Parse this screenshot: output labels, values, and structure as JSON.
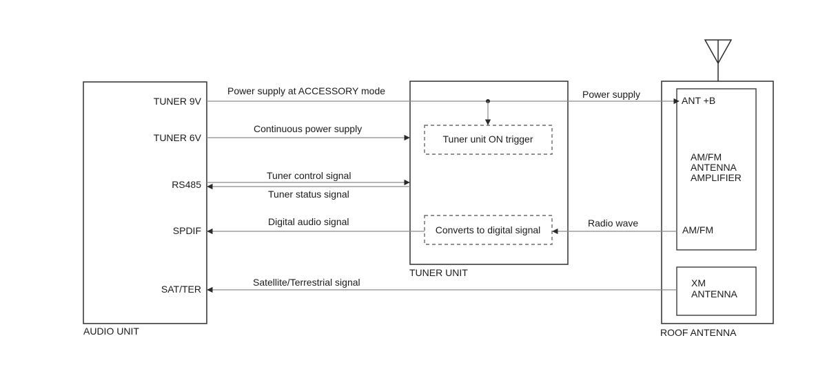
{
  "blocks": {
    "audio_unit": "AUDIO UNIT",
    "tuner_unit": "TUNER UNIT",
    "roof_antenna": "ROOF ANTENNA",
    "tuner_on_trigger": "Tuner unit ON trigger",
    "converts_digital": "Converts to digital signal",
    "amp_line1": "AM/FM",
    "amp_line2": "ANTENNA",
    "amp_line3": "AMPLIFIER",
    "xm_line1": "XM",
    "xm_line2": "ANTENNA"
  },
  "ports": {
    "tuner9v": "TUNER 9V",
    "tuner6v": "TUNER 6V",
    "rs485": "RS485",
    "spdif": "SPDIF",
    "satter": "SAT/TER",
    "ant_b": "ANT +B",
    "amfm": "AM/FM"
  },
  "signals": {
    "power_accessory": "Power supply at ACCESSORY mode",
    "power_supply": "Power supply",
    "continuous_power": "Continuous power supply",
    "tuner_control": "Tuner control signal",
    "tuner_status": "Tuner status signal",
    "digital_audio": "Digital audio signal",
    "radio_wave": "Radio wave",
    "sat_ter_signal": "Satellite/Terrestrial signal"
  }
}
